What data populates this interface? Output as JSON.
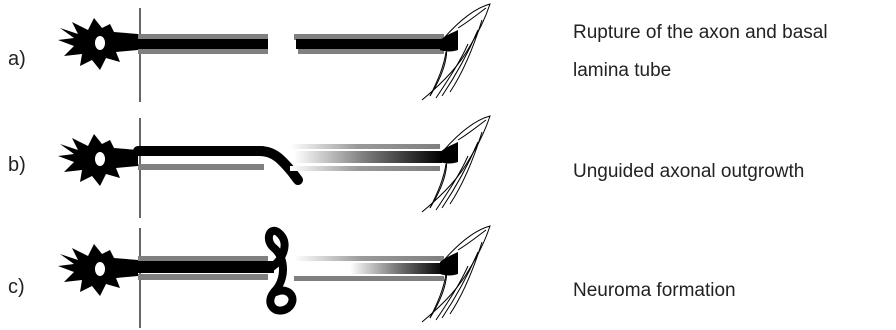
{
  "panels": [
    {
      "letter": "a)",
      "caption_line1": "Rupture of the axon and basal",
      "caption_line2": "lamina tube"
    },
    {
      "letter": "b)",
      "caption_line1": "Unguided axonal outgrowth"
    },
    {
      "letter": "c)",
      "caption_line1": "Neuroma formation"
    }
  ],
  "colors": {
    "axon": "#000000",
    "lamina": "#808080"
  }
}
